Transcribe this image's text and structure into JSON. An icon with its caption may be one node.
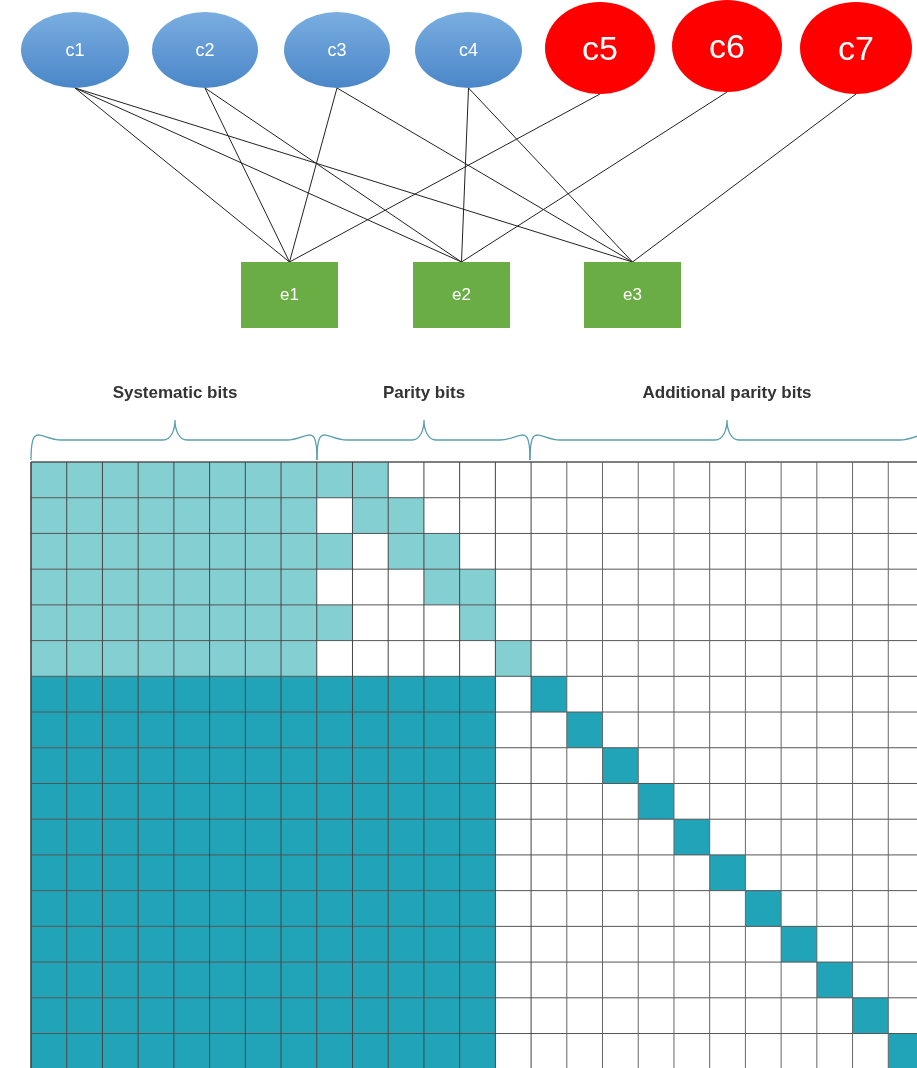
{
  "diagram": {
    "nodes": [
      {
        "text": [
          "c1"
        ]
      },
      {
        "text": [
          "c2"
        ]
      },
      {
        "text": [
          "c3"
        ]
      },
      {
        "text": [
          "c4"
        ]
      },
      {
        "text": [
          "c5"
        ]
      },
      {
        "text": [
          "c6"
        ]
      },
      {
        "text": [
          "c7"
        ]
      },
      {
        "text": [
          "e1"
        ]
      },
      {
        "text": [
          "e2"
        ]
      },
      {
        "text": [
          "e3"
        ]
      }
    ],
    "edges": [
      {
        "from": 0,
        "to": 7,
        "arrow": "none"
      },
      {
        "from": 0,
        "to": 8,
        "arrow": "none"
      },
      {
        "from": 0,
        "to": 9,
        "arrow": "none"
      },
      {
        "from": 1,
        "to": 7,
        "arrow": "none"
      },
      {
        "from": 1,
        "to": 8,
        "arrow": "none"
      },
      {
        "from": 2,
        "to": 7,
        "arrow": "none"
      },
      {
        "from": 2,
        "to": 9,
        "arrow": "none"
      },
      {
        "from": 3,
        "to": 8,
        "arrow": "none"
      },
      {
        "from": 3,
        "to": 9,
        "arrow": "none"
      },
      {
        "from": 4,
        "to": 7,
        "arrow": "none"
      },
      {
        "from": 5,
        "to": 8,
        "arrow": "none"
      },
      {
        "from": 6,
        "to": 9,
        "arrow": "none"
      }
    ],
    "labels": [
      "Systematic bits",
      "Parity bits",
      "Additional parity bits"
    ]
  }
}
